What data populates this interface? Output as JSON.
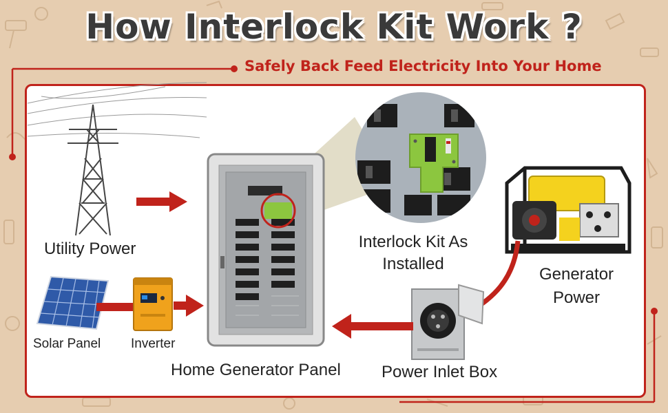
{
  "header": {
    "title": "How Interlock Kit Work ?",
    "subtitle": "Safely Back Feed Electricity Into Your Home"
  },
  "labels": {
    "utility_power": "Utility Power",
    "solar_panel": "Solar Panel",
    "inverter": "Inverter",
    "home_generator_panel": "Home Generator Panel",
    "interlock_kit_line1": "Interlock Kit As",
    "interlock_kit_line2": "Installed",
    "generator_line1": "Generator",
    "generator_line2": "Power",
    "power_inlet_box": "Power Inlet Box"
  },
  "colors": {
    "accent_red": "#c0231b",
    "kit_green": "#8cc63f",
    "generator_yellow": "#f4d21e",
    "inverter_orange": "#f0a21c",
    "background_tan": "#e6cdb0"
  },
  "icons": [
    "utility-tower-icon",
    "solar-panel-icon",
    "inverter-icon",
    "breaker-panel-icon",
    "interlock-kit-icon",
    "generator-icon",
    "power-inlet-box-icon"
  ]
}
